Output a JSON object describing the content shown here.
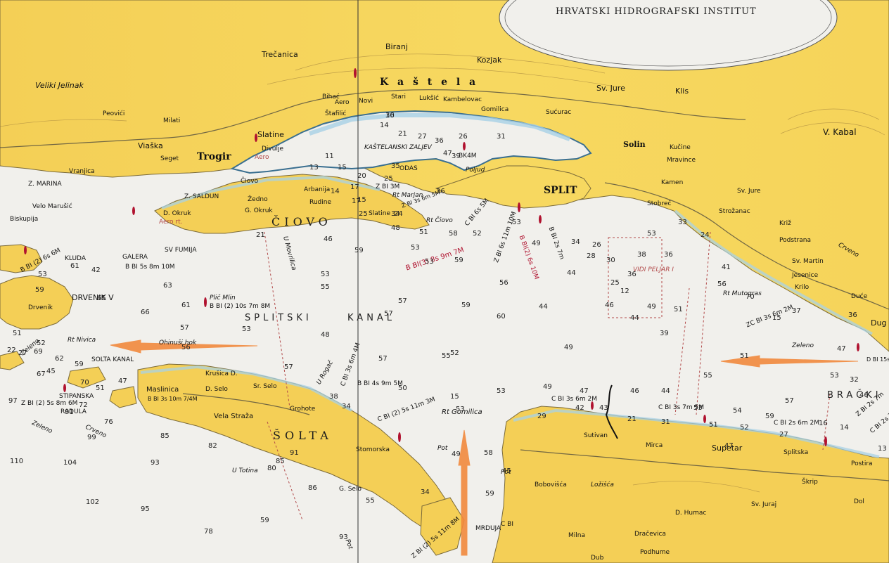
{
  "header": {
    "institute": "HRVATSKI HIDROGRAFSKI INSTITUT"
  },
  "colors": {
    "land": "#f3cc53",
    "land_light": "#f7e07a",
    "sea": "#f1f0ec",
    "shallow": "#a8d1e6",
    "arrow": "#f28a3d",
    "light_flare": "#b0122f"
  },
  "regions": {
    "solta": "ŠOLTA",
    "ciovo": "ČIOVO",
    "split_channel_1": "SPLITSKI",
    "split_channel_2": "KANAL",
    "bracki": "BRAČKI"
  },
  "places": {
    "split": "SPLIT",
    "trogir": "Trogir",
    "solin": "Solin",
    "kastela": "K a š t e l a",
    "kastelanski_zaljev": "KAŠTELANSKI ZALJEV",
    "trecanica": "Trečanica",
    "biranj": "Biranj",
    "kozjak": "Kozjak",
    "sv_jure_top": "Sv. Jure",
    "klis": "Klis",
    "veliki_jelinak": "Veliki Jelinak",
    "peovici": "Peovići",
    "milati": "Milati",
    "slatine": "Slatine",
    "viaska": "Viaška",
    "seget": "Seget",
    "vranjica": "Vranjica",
    "divulje": "Divulje",
    "stafilic": "Štafilić",
    "novi": "Novi",
    "stari": "Stari",
    "luksic": "Lukšić",
    "kambelovac": "Kambelovac",
    "gomilica": "Gomilica",
    "sucurac": "Sućurac",
    "kucine": "Kučine",
    "mravince": "Mravince",
    "v_kabal": "V. Kabal",
    "kamen": "Kamen",
    "sv_jure_right": "Sv. Jure",
    "stobrec": "Stobreč",
    "strozanac": "Strožanac",
    "kriz": "Križ",
    "podstrana": "Podstrana",
    "sv_martin": "Sv. Martin",
    "jesenice": "Jesenice",
    "krilo": "Krilo",
    "duce": "Duće",
    "dugi_rat": "Dug",
    "bihac": "Bihać",
    "arbanija": "Arbanija",
    "zedno": "Žedno",
    "g_okruk": "G. Okruk",
    "d_okruk": "D. Okruk",
    "rudine": "Rudine",
    "slatine_ciovo": "Slatine",
    "ciovo_t": "Čiovo",
    "saldun": "Z. SALDUN",
    "marina": "Z. MARINA",
    "veli_marusic": "Velo  Marušić",
    "biskupija": "Biskupija",
    "drvenik": "Drvenik",
    "drvenik_v": "DRVENIK V",
    "galera": "GALERA",
    "maslinica": "Maslinica",
    "d_selo": "D. Selo",
    "krusica": "Krušica D.",
    "sr_selo": "Sr. Selo",
    "grohote": "Grohote",
    "vela_straza": "Vela Straža",
    "stomorska": "Stomorska",
    "g_selo": "G. Selo",
    "rt_gomilica": "Rt Gomilica",
    "sutivan": "Sutivan",
    "mirca": "Mirca",
    "supetar": "Supetar",
    "splitska": "Splitska",
    "postira": "Postira",
    "skrip": "Škrip",
    "dol": "Dol",
    "bobovisca": "Bobovišća",
    "lozisca": "Ložišća",
    "d_humac": "D. Humac",
    "sv_juraj": "Sv. Juraj",
    "milna": "Milna",
    "dracevica": "Dračevica",
    "podhume": "Podhume",
    "dub": "Dub",
    "odas": "ODAS",
    "polijud": "Poljud",
    "plic_mlin": "Plič Mlin",
    "rt_ciovo": "Rt Čiovo",
    "rt_marjan": "Rt Marjan",
    "rt_mutogras": "Rt Mutogras",
    "rt_nivica": "Rt Nivica",
    "sv_fumija": "SV FUMIJA",
    "stipanska": "STIPANSKA",
    "radula": "RADULA",
    "kluda": "KLUDA",
    "mrduja": "MRDUJA",
    "vidi_peljar": "VIDI PELJAR I",
    "zeleno_1": "Zeleno",
    "zeleno_2": "Zeleno",
    "zeleno_3": "Zeleno",
    "crveno_1": "Crveno",
    "crveno_2": "Crveno",
    "pot_1": "Pot",
    "pot_2": "Pot",
    "pot_3": "Pot",
    "ohinusu_hok": "Ohinuši hok",
    "movilica": "U Movrilica",
    "u_rogac": "U Rogač",
    "u_totina": "U Totina",
    "aero_top": "Aero",
    "aero_trogir": "Aero",
    "aero_ciovo": "Aero rt.",
    "solta_kanal": "SOLTA KANAL"
  },
  "light_labels": {
    "l1": "B BI(3) 8s 9m 7M",
    "l2": "B BI(2) 6s 10M",
    "l3": "Z BI 6s 11m 10M",
    "l4": "B BI 5s 8m 10M",
    "l5": "B BI (2) 10s 7m 8M",
    "l6": "C BI 3s 6m 2M",
    "l7": "C BI 3s 7m 5M",
    "l8": "C BI 2s 6m 2M",
    "l9": "C BI (2) 5s 11m 3M",
    "l10": "B BI 4s 9m 5M",
    "l11": "ZC BI 3s 6m 2M",
    "l12": "Z BI (2) 5s 8m 6M",
    "l13": "B BI 3s 10m 7/4M",
    "l14": "B BI (2) 6s 6M",
    "l15": "Z BI 3M",
    "l16": "B BI 2s 7m",
    "l17": "C BI 6s 5M",
    "l18": "C BI 3s 6m 4M",
    "l19": "Z BI 3s 6m 5M",
    "l20": "C BI 2s 7m 3M",
    "l21": "BK4M",
    "l22": "C BI",
    "l23": "Z BI 2s 7m",
    "l24": "Z BI (2) 5s 11m 8M",
    "l25": "D BI 15s"
  },
  "soundings": [
    "10",
    "14",
    "21",
    "27",
    "36",
    "26",
    "31",
    "13",
    "11",
    "15",
    "20",
    "25",
    "17",
    "15",
    "35",
    "47",
    "14",
    "17",
    "25",
    "24",
    "39",
    "36",
    "34",
    "48",
    "51",
    "21",
    "46",
    "53",
    "58",
    "52",
    "59",
    "53",
    "56",
    "57",
    "44",
    "55",
    "59",
    "57",
    "60",
    "55",
    "57",
    "53",
    "49",
    "47",
    "46",
    "44",
    "49",
    "51",
    "55",
    "57",
    "59",
    "53",
    "52",
    "47",
    "54",
    "38",
    "34",
    "53",
    "52",
    "49",
    "45",
    "57",
    "48",
    "59",
    "53",
    "66",
    "61",
    "57",
    "63",
    "53",
    "56",
    "59",
    "51",
    "52",
    "65",
    "61",
    "42",
    "53",
    "27",
    "22",
    "69",
    "62",
    "59",
    "70",
    "45",
    "47",
    "51",
    "67",
    "97",
    "91",
    "72",
    "76",
    "110",
    "104",
    "99",
    "93",
    "95",
    "102",
    "85",
    "82",
    "80",
    "91",
    "85",
    "78",
    "93",
    "86",
    "59",
    "55",
    "53",
    "50",
    "49",
    "58",
    "59",
    "34",
    "15",
    "29",
    "42",
    "43",
    "21",
    "31",
    "51",
    "27",
    "16",
    "14",
    "13",
    "28",
    "30",
    "25",
    "46",
    "36",
    "38",
    "53",
    "34",
    "26",
    "44",
    "12",
    "44",
    "49",
    "39",
    "56",
    "70",
    "15",
    "37",
    "53",
    "47",
    "46",
    "36",
    "32",
    "41",
    "24",
    "33",
    "36",
    "51",
    "36"
  ]
}
